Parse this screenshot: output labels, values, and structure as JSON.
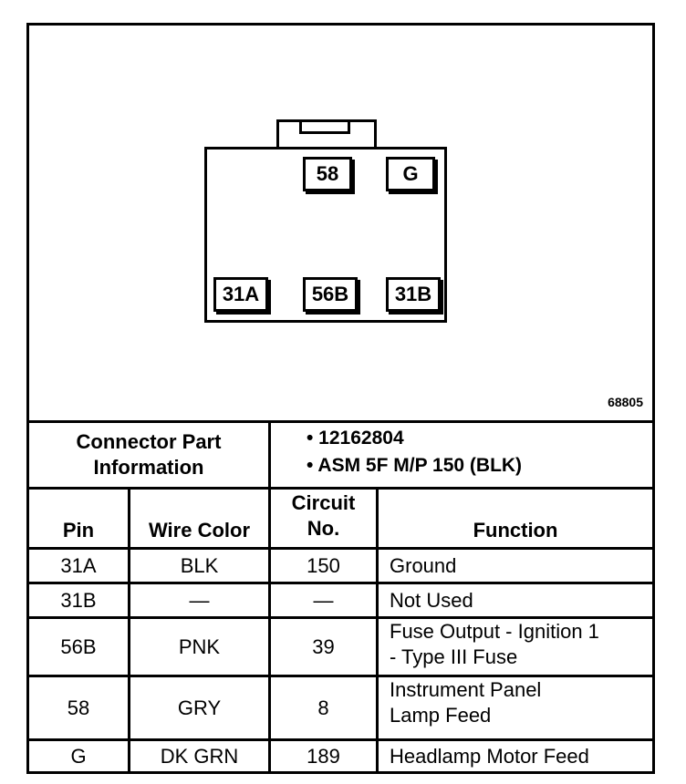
{
  "diagram": {
    "figure_number": "68805",
    "pins": {
      "p58": "58",
      "pG": "G",
      "p31A": "31A",
      "p56B": "56B",
      "p31B": "31B"
    }
  },
  "connector_info": {
    "label_line1": "Connector Part",
    "label_line2": "Information",
    "items": [
      "• 12162804",
      "• ASM 5F M/P 150 (BLK)"
    ]
  },
  "table": {
    "headers": {
      "pin": "Pin",
      "wire_color": "Wire Color",
      "circuit_line1": "Circuit",
      "circuit_line2": "No.",
      "function": "Function"
    },
    "rows": [
      {
        "pin": "31A",
        "wire": "BLK",
        "circuit": "150",
        "function_l1": "Ground",
        "function_l2": ""
      },
      {
        "pin": "31B",
        "wire": "—",
        "circuit": "—",
        "function_l1": "Not Used",
        "function_l2": ""
      },
      {
        "pin": "56B",
        "wire": "PNK",
        "circuit": "39",
        "function_l1": "Fuse Output - Ignition 1",
        "function_l2": "- Type III Fuse"
      },
      {
        "pin": "58",
        "wire": "GRY",
        "circuit": "8",
        "function_l1": "Instrument Panel",
        "function_l2": "Lamp Feed"
      },
      {
        "pin": "G",
        "wire": "DK GRN",
        "circuit": "189",
        "function_l1": "Headlamp Motor Feed",
        "function_l2": ""
      }
    ]
  }
}
